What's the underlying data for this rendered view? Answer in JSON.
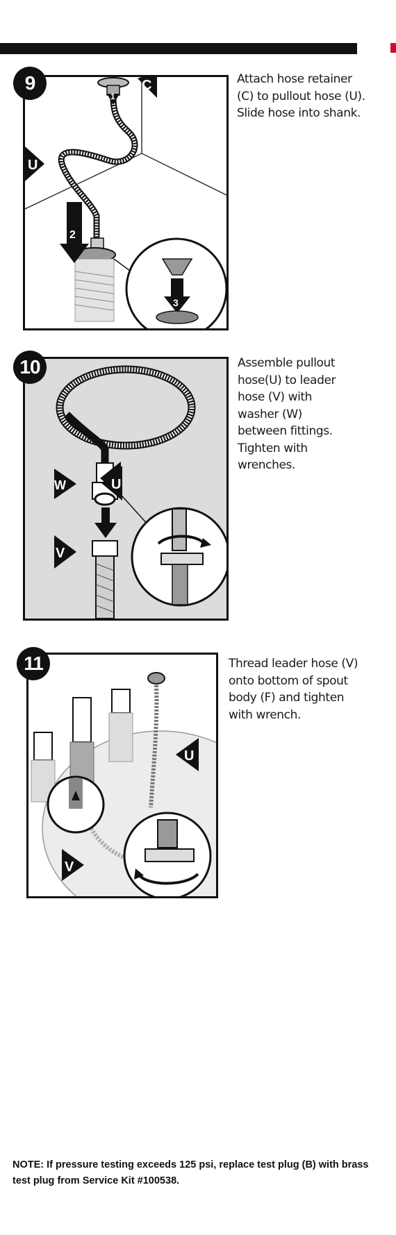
{
  "steps": [
    {
      "number": "9",
      "text": "Attach hose retainer (C) to pullout hose (U). Slide hose into shank.",
      "callouts": [
        "C",
        "U",
        "1",
        "2",
        "3"
      ]
    },
    {
      "number": "10",
      "text": "Assemble pullout hose(U) to leader hose (V) with washer (W) between fittings. Tighten with wrenches.",
      "callouts": [
        "U",
        "W",
        "V"
      ]
    },
    {
      "number": "11",
      "text": "Thread leader hose (V) onto bottom of spout body (F) and tighten with wrench.",
      "callouts": [
        "U",
        "V"
      ]
    }
  ],
  "note": "NOTE: If pressure testing exceeds 125 psi, replace test plug (B) with brass test plug from Service Kit #100538.",
  "colors": {
    "accent_red": "#c8102e",
    "panel_gray": "#dcdcdc",
    "ink": "#111111"
  }
}
